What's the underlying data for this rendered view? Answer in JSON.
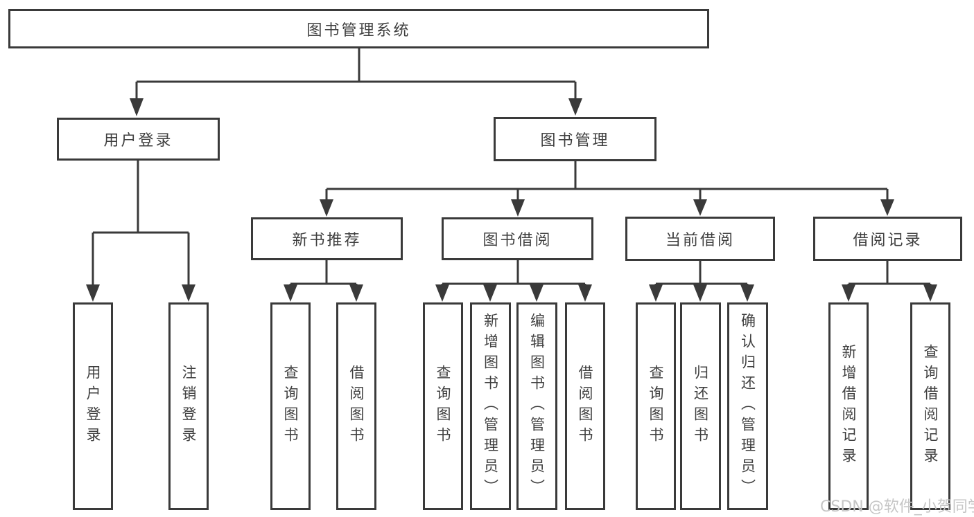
{
  "diagram": {
    "root": {
      "label": "图书管理系统"
    },
    "level2": [
      {
        "label": "用户登录"
      },
      {
        "label": "图书管理"
      }
    ],
    "level3": [
      {
        "label": "新书推荐"
      },
      {
        "label": "图书借阅"
      },
      {
        "label": "当前借阅"
      },
      {
        "label": "借阅记录"
      }
    ],
    "leaves": {
      "user_login": [
        "用户登录",
        "注销登录"
      ],
      "new_book_rec": [
        "查询图书",
        "借阅图书"
      ],
      "book_borrow": [
        "查询图书",
        "新增图书（管理员）",
        "编辑图书（管理员）",
        "借阅图书"
      ],
      "current_borrow": [
        "查询图书",
        "归还图书",
        "确认归还（管理员）"
      ],
      "borrow_record": [
        "新增借阅记录",
        "查询借阅记录"
      ]
    }
  },
  "watermark": {
    "text": "CSDN @软件_小贺同学"
  },
  "colors": {
    "line": "#3a3a3a",
    "text": "#3f3f3f",
    "watermark": "#c6c6c6",
    "background": "#ffffff"
  }
}
